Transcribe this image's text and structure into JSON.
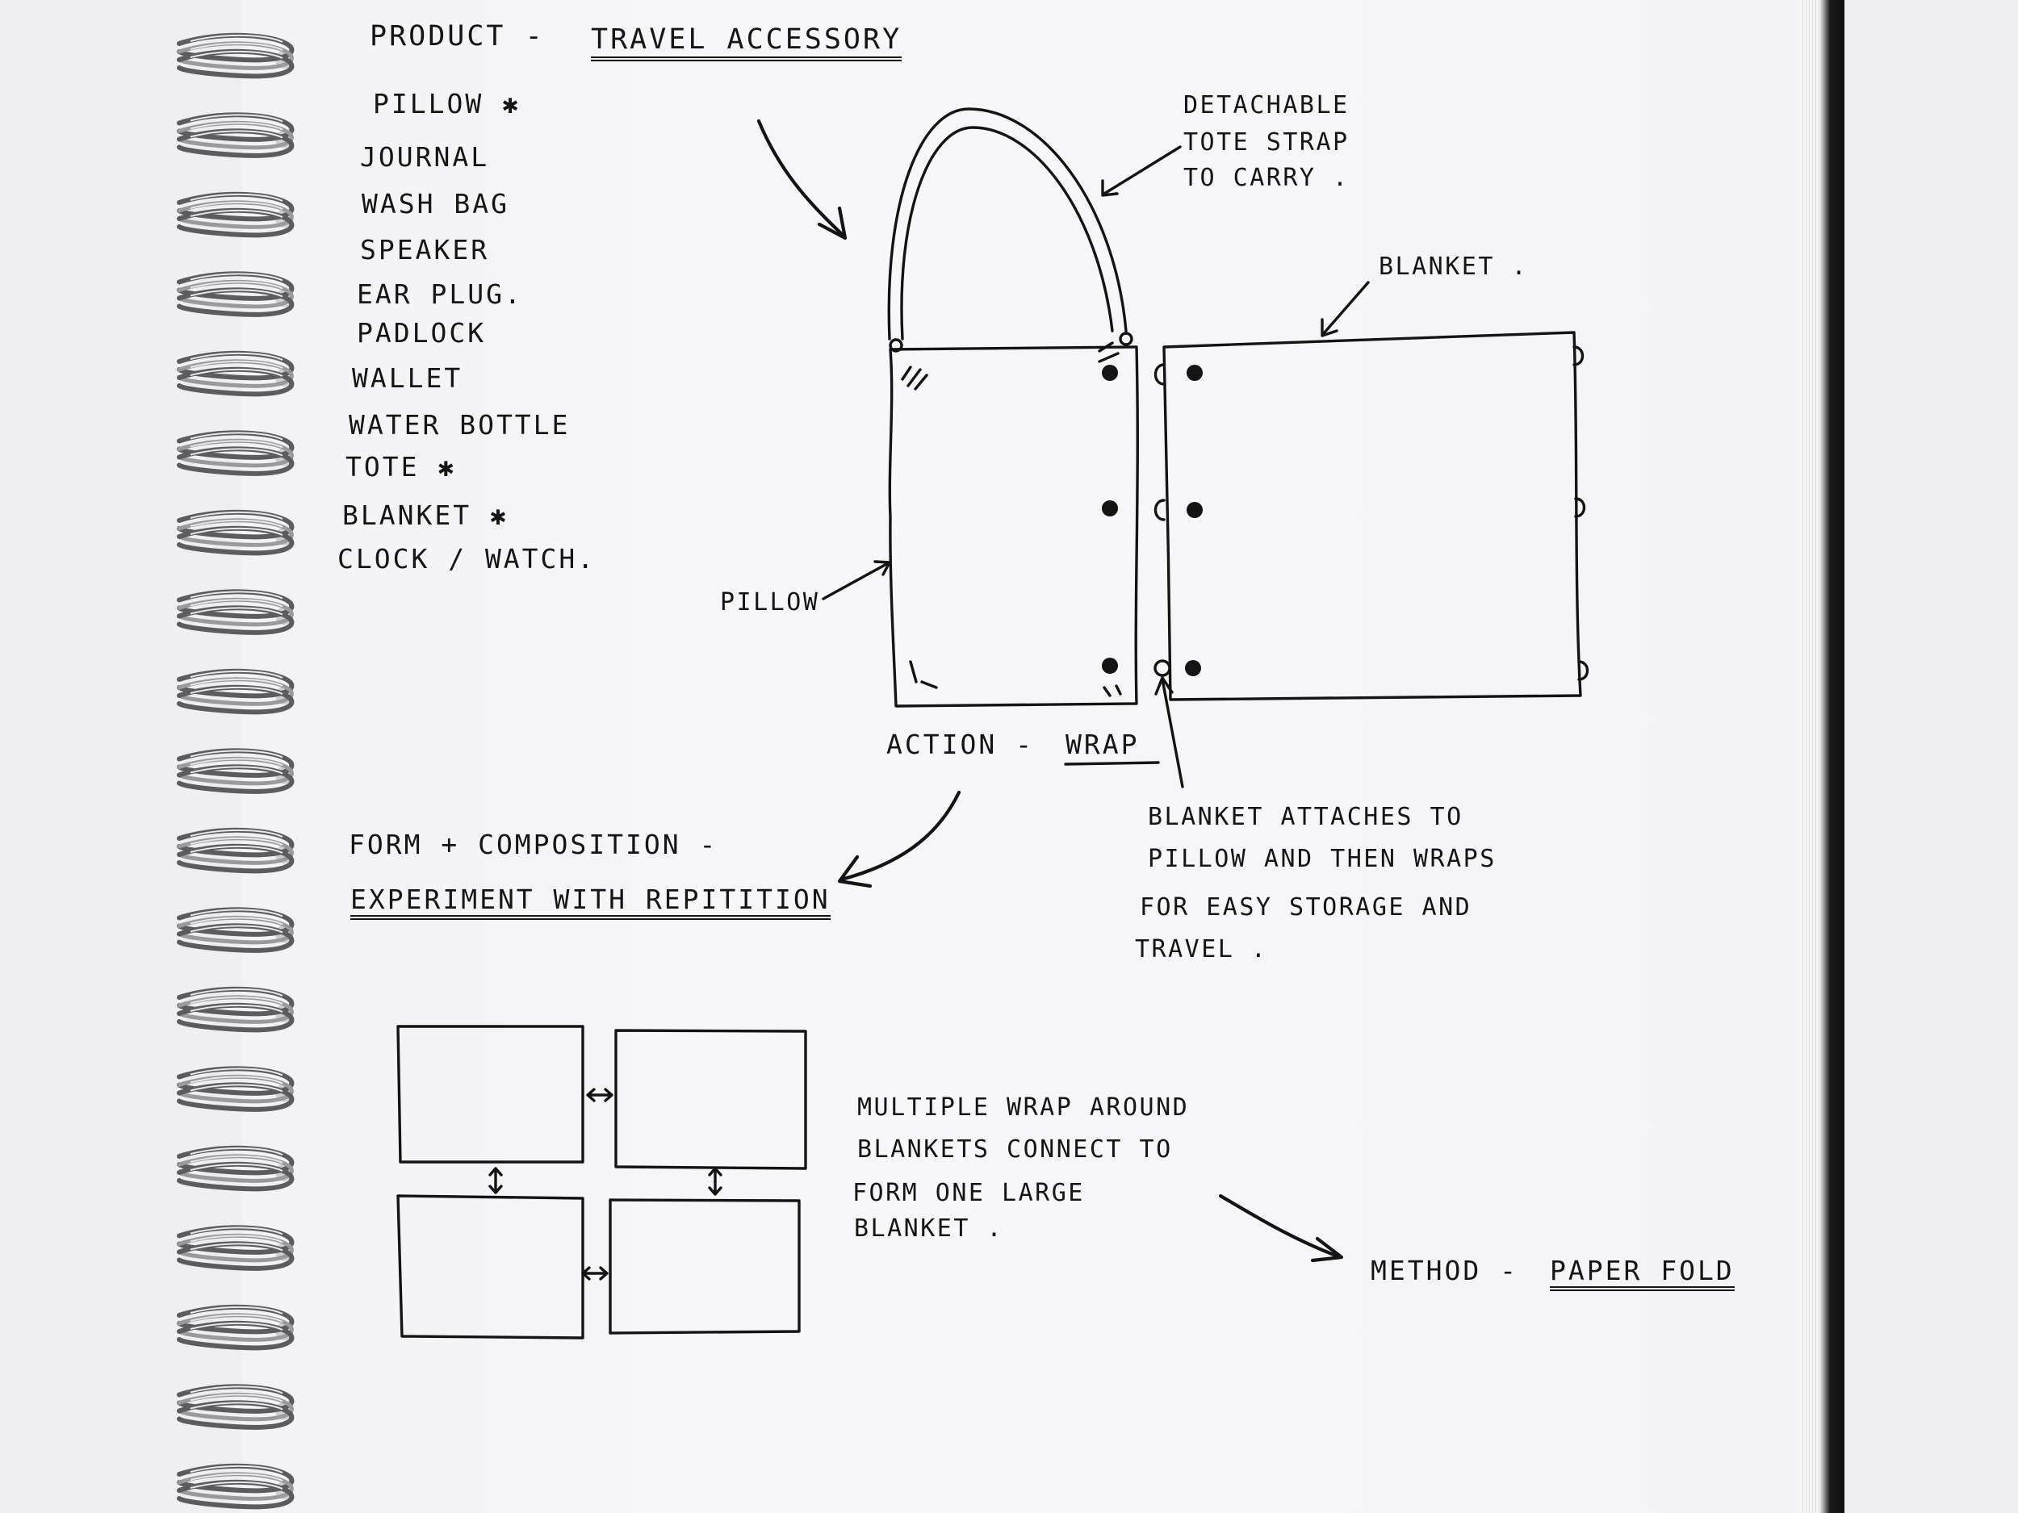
{
  "header": {
    "product_prefix": "Product -",
    "product_value": "Travel Accessory"
  },
  "item_list": [
    "Pillow ✱",
    "Journal",
    "Wash Bag",
    "Speaker",
    "Ear Plug.",
    "Padlock",
    "Wallet",
    "Water Bottle",
    "Tote ✱",
    "Blanket ✱",
    "Clock / Watch."
  ],
  "sketch": {
    "strap_note": [
      "Detachable",
      "tote strap",
      "to carry ."
    ],
    "blanket_label": "Blanket .",
    "pillow_label": "Pillow",
    "action_prefix": "Action -",
    "action_value": "Wrap",
    "attach_note": [
      "Blanket attaches to",
      "pillow and then wraps",
      "for easy storage and",
      "travel ."
    ]
  },
  "form": {
    "title": "Form + composition -",
    "subtitle": "Experiment with repitition",
    "note": [
      "Multiple wrap around",
      "blankets connect to",
      "form one large",
      "blanket ."
    ],
    "method_prefix": "Method -",
    "method_value": "Paper fold"
  }
}
